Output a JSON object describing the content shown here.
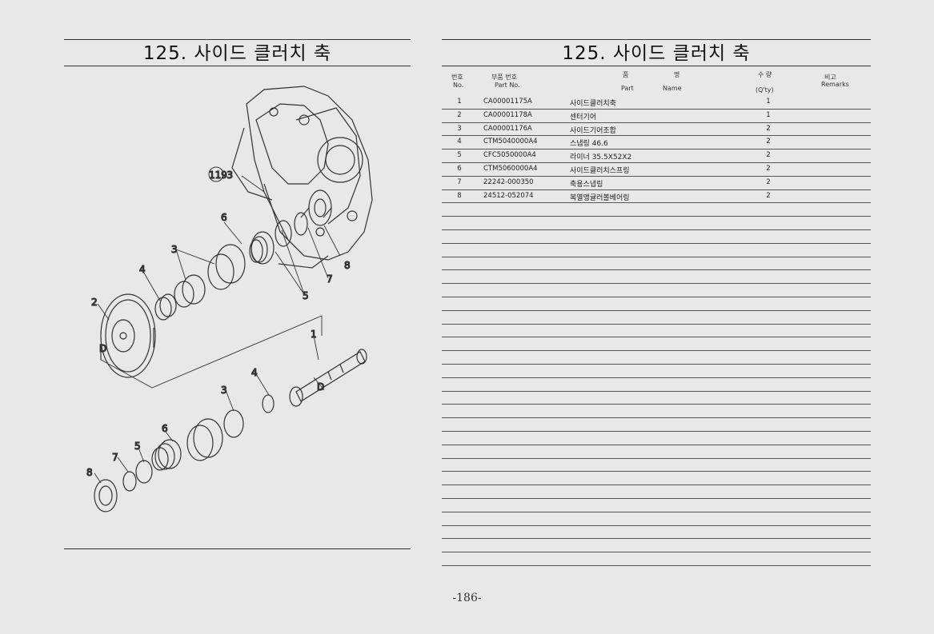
{
  "left_page": {
    "title": "125. 사이드 클러치 축",
    "diagram_callouts": {
      "ref_119": "119",
      "ref_119_suffix": "-3",
      "n1": "1",
      "n2": "2",
      "n3_top": "3",
      "n3_bottom": "3",
      "n4_top": "4",
      "n4_bottom": "4",
      "n5_top": "5",
      "n5_bottom": "5",
      "n6_top": "6",
      "n6_bottom": "6",
      "n7_top": "7",
      "n7_bottom": "7",
      "n8_top": "8",
      "n8_bottom": "8",
      "d_gear": "D",
      "d_shaft": "D"
    }
  },
  "right_page": {
    "title": "125. 사이드 클러치 축",
    "header": {
      "no_ko": "번호",
      "no_en": "No.",
      "pn_ko": "부품 번호",
      "pn_en": "Part No.",
      "name_ko_1": "품",
      "name_ko_2": "명",
      "name_en_1": "Part",
      "name_en_2": "Name",
      "qty_ko": "수 량",
      "qty_en": "(Q'ty)",
      "rem_ko": "비고",
      "rem_en": "Remarks"
    },
    "parts": [
      {
        "no": "1",
        "part_no": "CA00001175A",
        "name": "사이드클러치축",
        "qty": "1"
      },
      {
        "no": "2",
        "part_no": "CA00001178A",
        "name": "센터기어",
        "qty": "1"
      },
      {
        "no": "3",
        "part_no": "CA00001176A",
        "name": "사이드기어조합",
        "qty": "2"
      },
      {
        "no": "4",
        "part_no": "CTM5040000A4",
        "name": "스냅링 46.6",
        "qty": "2"
      },
      {
        "no": "5",
        "part_no": "CFC5050000A4",
        "name": "라이너 35.5X52X2",
        "qty": "2"
      },
      {
        "no": "6",
        "part_no": "CTM5060000A4",
        "name": "사이드클러치스프링",
        "qty": "2"
      },
      {
        "no": "7",
        "part_no": "22242-000350",
        "name": "축용스냅링",
        "qty": "2"
      },
      {
        "no": "8",
        "part_no": "24512-052074",
        "name": "복열앵귤러볼베어링",
        "qty": "2"
      }
    ]
  },
  "page_number": "-186-"
}
